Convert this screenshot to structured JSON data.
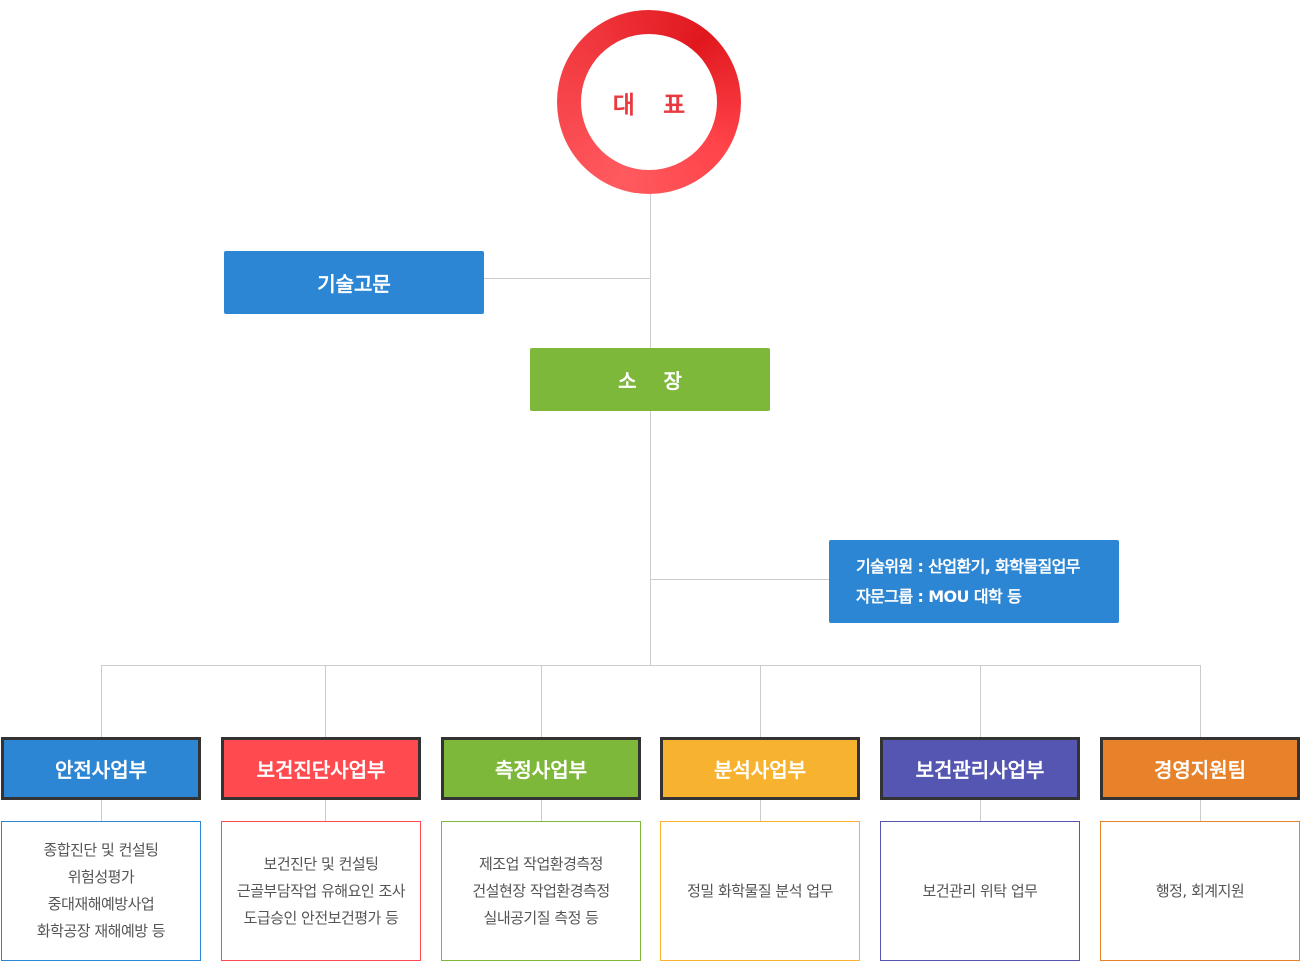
{
  "ceo": {
    "label": "대 표"
  },
  "advisor": {
    "label": "기술고문"
  },
  "director": {
    "label": "소 장"
  },
  "committee": {
    "line1": "기술위원 : 산업환기, 화학물질업무",
    "line2": "자문그룹 : MOU 대학 등"
  },
  "departments": [
    {
      "name": "안전사업부",
      "color": "#2d86d4",
      "border_color": "#2d86d4",
      "duties": [
        "종합진단 및 컨설팅",
        "위험성평가",
        "중대재해예방사업",
        "화학공장 재해예방 등"
      ]
    },
    {
      "name": "보건진단사업부",
      "color": "#ff4a4f",
      "border_color": "#ff4a4f",
      "duties": [
        "보건진단 및 컨설팅",
        "근골부담작업 유해요인 조사",
        "도급승인 안전보건평가 등"
      ]
    },
    {
      "name": "측정사업부",
      "color": "#7eb83a",
      "border_color": "#7eb83a",
      "duties": [
        "제조업 작업환경측정",
        "건설현장 작업환경측정",
        "실내공기질 측정 등"
      ]
    },
    {
      "name": "분석사업부",
      "color": "#f7b22f",
      "border_color": "#f7b22f",
      "duties": [
        "정밀 화학물질 분석 업무"
      ]
    },
    {
      "name": "보건관리사업부",
      "color": "#5456b1",
      "border_color": "#5456b1",
      "duties": [
        "보건관리 위탁 업무"
      ]
    },
    {
      "name": "경영지원팀",
      "color": "#e8822a",
      "border_color": "#e8822a",
      "duties": [
        "행정, 회계지원"
      ]
    }
  ]
}
